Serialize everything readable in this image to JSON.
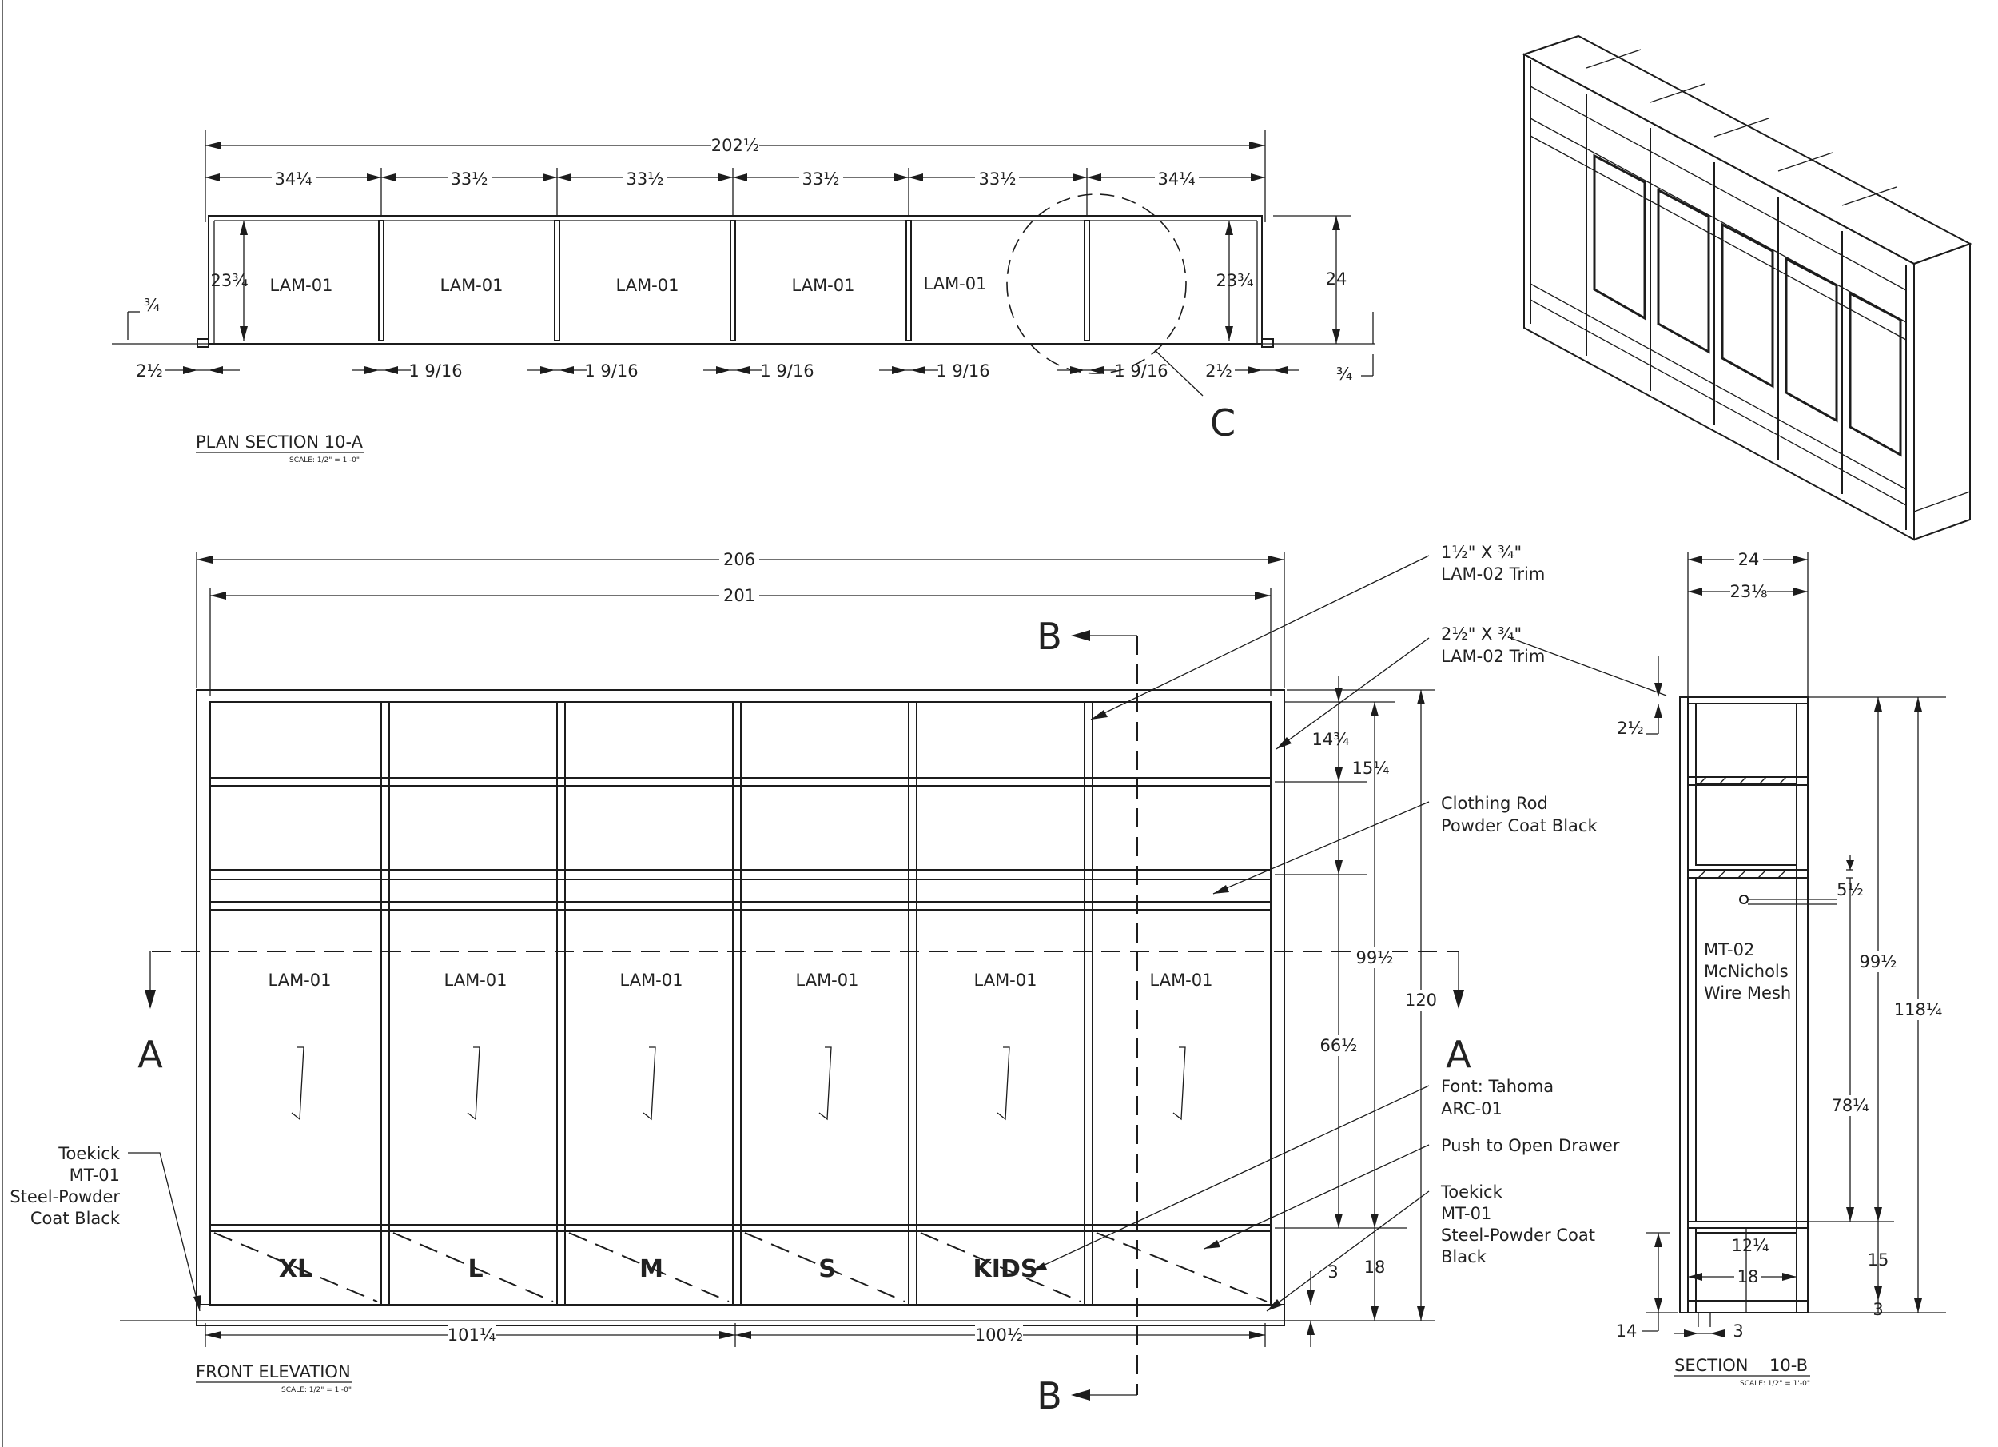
{
  "plan": {
    "overall": "202½",
    "bays": [
      "34¼",
      "33½",
      "33½",
      "33½",
      "33½",
      "34¼"
    ],
    "bay_labels": [
      "LAM-01",
      "LAM-01",
      "LAM-01",
      "LAM-01",
      "LAM-01"
    ],
    "depth_left": "23¾",
    "depth_right": "23¾",
    "depth_total": "24",
    "panel_thk": [
      "1 9/16",
      "1 9/16",
      "1 9/16",
      "1 9/16",
      "1 9/16"
    ],
    "left_edge": "2½",
    "right_edge": "2½",
    "trim_left": "¾",
    "trim_right": "¾",
    "detail_tag": "C",
    "title": "PLAN SECTION 10-A",
    "scale": "SCALE: 1/2\" = 1'-0\""
  },
  "elevation": {
    "overall": "206",
    "inner": "201",
    "section_b": "B",
    "section_a": "A",
    "door_labels": [
      "LAM-01",
      "LAM-01",
      "LAM-01",
      "LAM-01",
      "LAM-01",
      "LAM-01"
    ],
    "drawer_labels": [
      "XL",
      "L",
      "M",
      "S",
      "KIDS",
      ""
    ],
    "dims": {
      "top_shelf": "14¾",
      "shelf2": "15¼",
      "door_h": "66½",
      "inner_h": "99½",
      "total_h": "120",
      "drawer_h": "18",
      "toe": "3"
    },
    "bottom_left": "101¼",
    "bottom_right": "100½",
    "title": "FRONT ELEVATION",
    "scale": "SCALE: 1/2\" = 1'-0\""
  },
  "notes": {
    "trim1_a": "1½\" X ¾\"",
    "trim1_b": "LAM-02 Trim",
    "trim2_a": "2½\" X ¾\"",
    "trim2_b": "LAM-02 Trim",
    "rod_a": "Clothing Rod",
    "rod_b": "Powder Coat Black",
    "font_a": "Font: Tahoma",
    "font_b": "ARC-01",
    "push": "Push to Open Drawer",
    "toe_r": [
      "Toekick",
      "MT-01",
      "Steel-Powder Coat",
      "Black"
    ],
    "toe_l": [
      "Toekick",
      "MT-01",
      "Steel-Powder",
      "Coat Black"
    ]
  },
  "section": {
    "width_outer": "24",
    "width_inner": "23⅛",
    "top_trim": "2½",
    "rod": "5½",
    "mesh": [
      "MT-02",
      "McNichols",
      "Wire Mesh"
    ],
    "inner_h": "99½",
    "total_h": "118¼",
    "door_h": "78¼",
    "drawer_depth": "12¼",
    "drawer_w": "18",
    "drawer_h": "15",
    "toe": "3",
    "toe_depth": "3",
    "toe_h": "14",
    "title_a": "SECTION",
    "title_b": "10-B",
    "scale": "SCALE: 1/2\" = 1'-0\""
  }
}
